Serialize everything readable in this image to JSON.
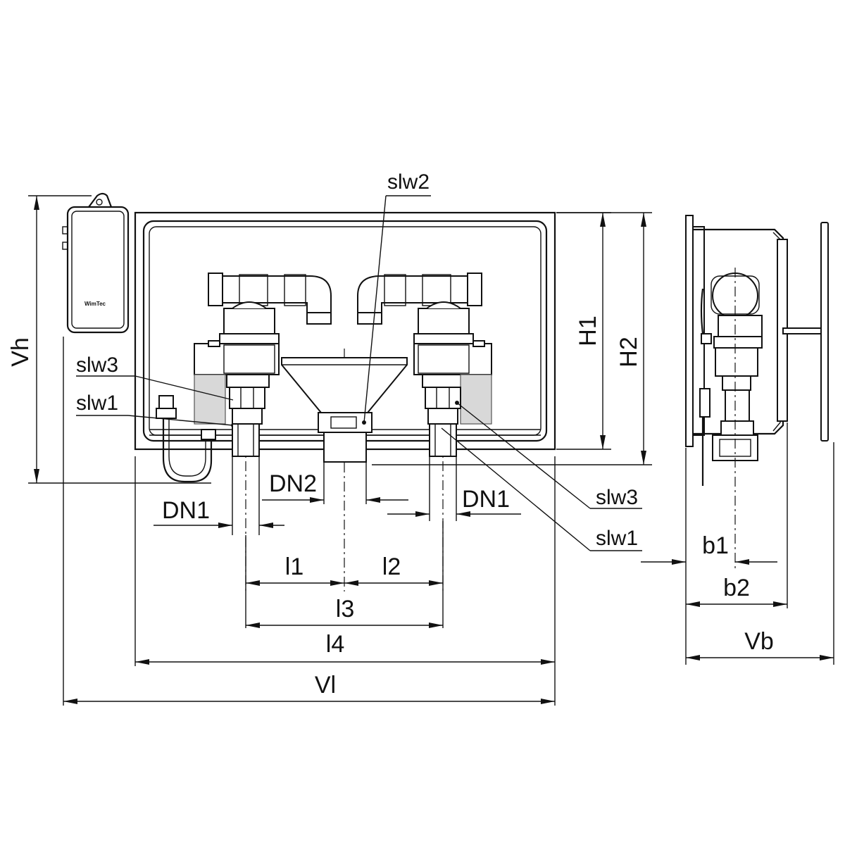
{
  "labels": {
    "slw2": "slw2",
    "slw3_left": "slw3",
    "slw1_left": "slw1",
    "slw3_right": "slw3",
    "slw1_right": "slw1",
    "vh": "Vh",
    "h1": "H1",
    "h2": "H2",
    "dn1_left": "DN1",
    "dn2": "DN2",
    "dn1_right": "DN1",
    "l1": "l1",
    "l2": "l2",
    "l3": "l3",
    "l4": "l4",
    "vl": "Vl",
    "b1": "b1",
    "b2": "b2",
    "vb": "Vb",
    "brand": "WimTec"
  },
  "colors": {
    "ink": "#111111",
    "paper": "#ffffff",
    "shade": "#d8d8d8"
  }
}
